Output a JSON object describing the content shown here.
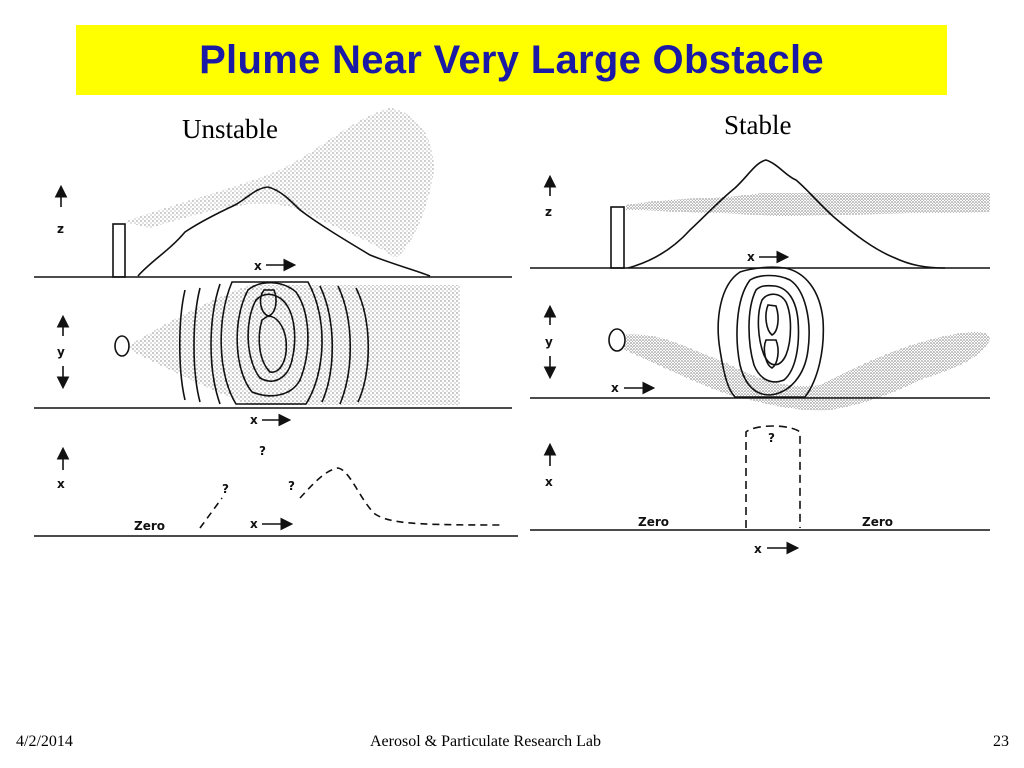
{
  "slide": {
    "title": "Plume Near Very Large Obstacle",
    "footer_date": "4/2/2014",
    "footer_center": "Aerosol & Particulate Research Lab",
    "footer_page": "23"
  },
  "colors": {
    "title_background": "#ffff00",
    "title_text": "#1a1aa6"
  },
  "left_panel": {
    "label": "Unstable",
    "axis_z": "z",
    "axis_y": "y",
    "axis_x_vertical": "x",
    "axis_x_top": "x",
    "axis_x_mid": "x",
    "axis_x_bottom": "x",
    "zero_label": "Zero",
    "q1": "?",
    "q2": "?",
    "q3": "?"
  },
  "right_panel": {
    "label": "Stable",
    "axis_z": "z",
    "axis_y": "y",
    "axis_x_vertical": "x",
    "axis_x_top": "x",
    "axis_x_mid": "x",
    "axis_x_bottom": "x",
    "zero_left": "Zero",
    "zero_right": "Zero",
    "q": "?"
  }
}
